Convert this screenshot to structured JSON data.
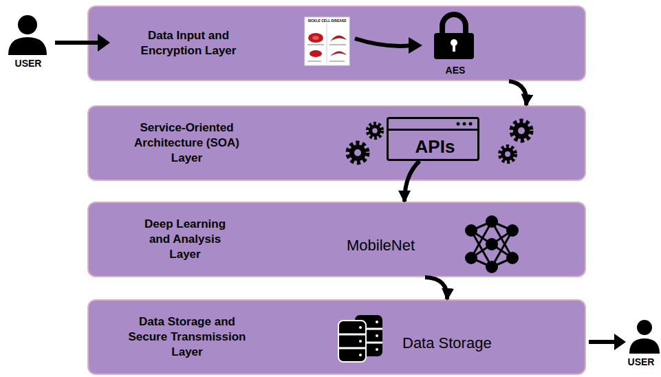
{
  "diagram": {
    "nodes": [
      {
        "text": [
          "Data Input and Encryption Layer",
          "AES"
        ]
      },
      {
        "text": [
          "Service-Oriented Architecture (SOA) Layer"
        ]
      },
      {
        "text": [
          "APIs"
        ],
        "in": 1
      },
      {
        "text": [
          "Deep Learning and Analysis Layer",
          "MobileNet"
        ]
      },
      {
        "text": [
          "Data Storage and Secure Transmission Layer",
          "Data Storage"
        ]
      }
    ],
    "edges": [
      {
        "from": 0,
        "to": 1,
        "arrow": "to"
      },
      {
        "from": 2,
        "to": 3,
        "arrow": "to"
      },
      {
        "from": 3,
        "to": 4,
        "arrow": "to"
      }
    ],
    "labels": [
      "USER",
      "USER",
      "SICKLE CELL DISEASE"
    ]
  }
}
